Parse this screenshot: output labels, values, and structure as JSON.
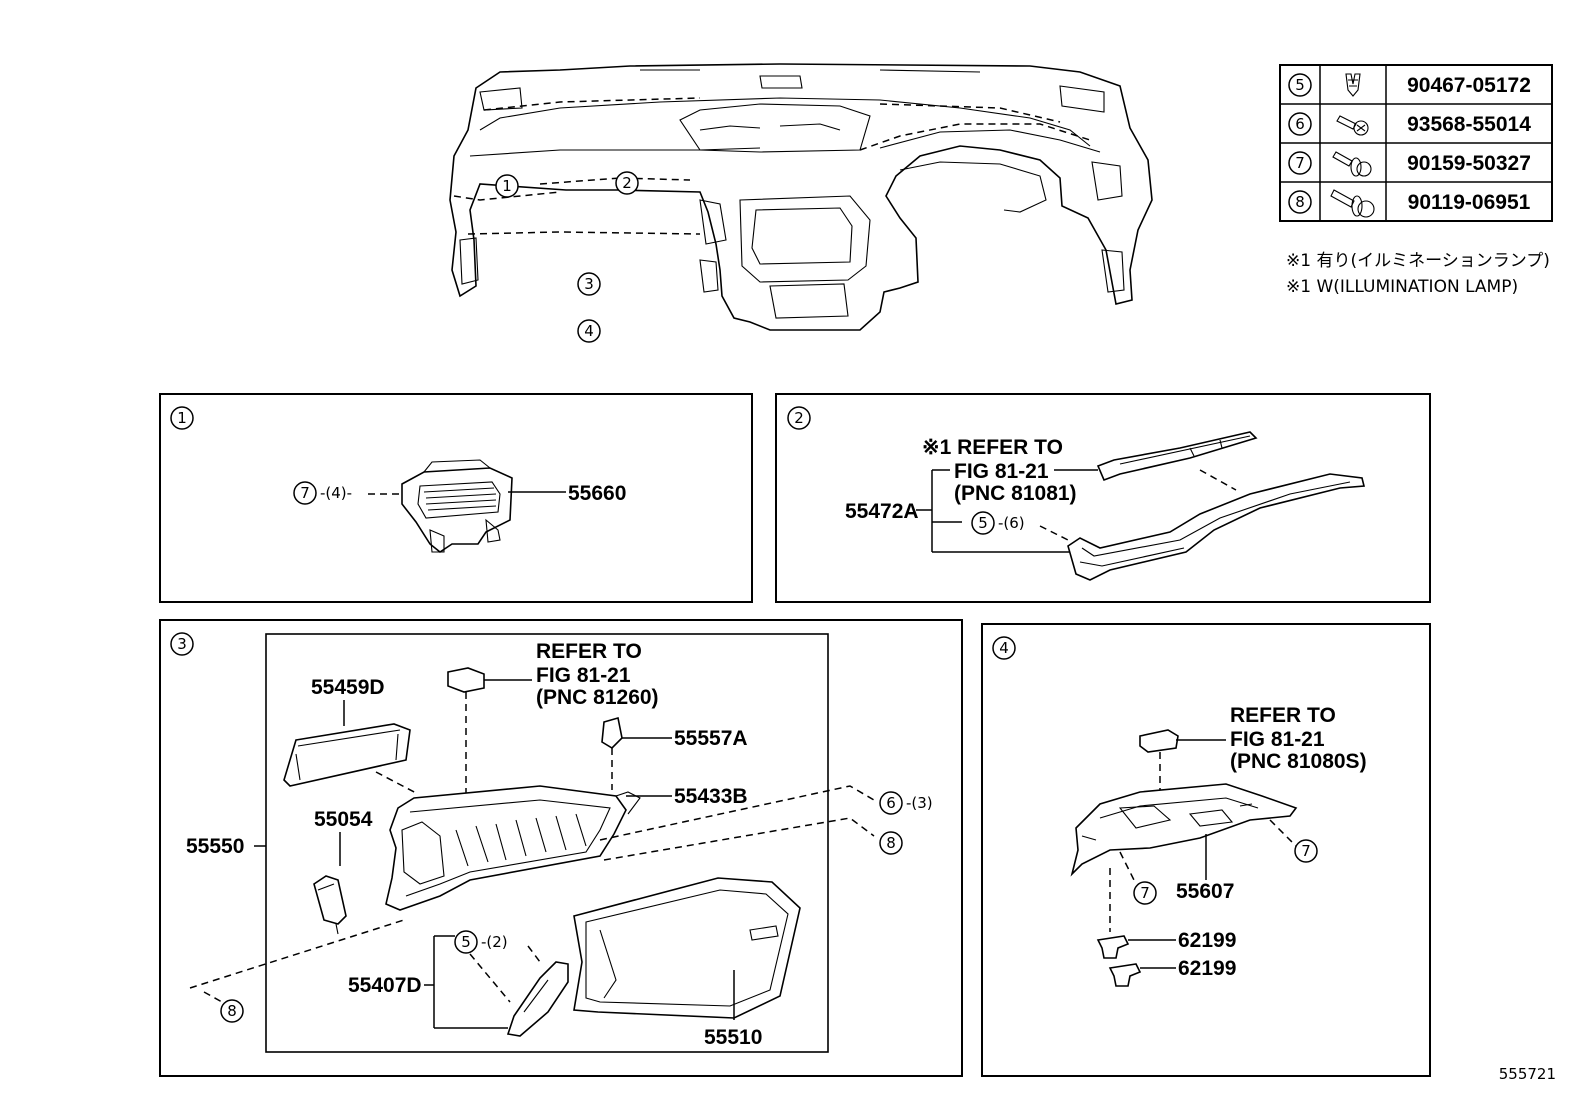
{
  "legend": {
    "rows": [
      {
        "ref": "5",
        "part": "90467-05172",
        "icon": "clip-icon"
      },
      {
        "ref": "6",
        "part": "93568-55014",
        "icon": "screw-icon"
      },
      {
        "ref": "7",
        "part": "90159-50327",
        "icon": "screw-washer-icon"
      },
      {
        "ref": "8",
        "part": "90119-06951",
        "icon": "bolt-icon"
      }
    ]
  },
  "notes": {
    "jp": "※1 有り(イルミネーションランプ)",
    "en": "※1 W(ILLUMINATION LAMP)"
  },
  "overview": {
    "callouts": [
      "1",
      "2",
      "3",
      "4"
    ]
  },
  "panel1": {
    "id": "1",
    "part": "55660",
    "fastener": "7",
    "qty": "-(4)-"
  },
  "panel2": {
    "id": "2",
    "refer_l1": "※1 REFER TO",
    "refer_l2": "FIG 81-21",
    "refer_l3": "(PNC 81081)",
    "part": "55472A",
    "fastener": "5",
    "qty": "-(6)"
  },
  "panel3": {
    "id": "3",
    "refer_l1": "REFER TO",
    "refer_l2": "FIG 81-21",
    "refer_l3": "(PNC 81260)",
    "parts": {
      "p55459d": "55459D",
      "p55557a": "55557A",
      "p55433b": "55433B",
      "p55054": "55054",
      "p55550": "55550",
      "p55407d": "55407D",
      "p55510": "55510"
    },
    "f6": "6",
    "f6qty": "-(3)",
    "f8a": "8",
    "f8b": "8",
    "f5": "5",
    "f5qty": "-(2)"
  },
  "panel4": {
    "id": "4",
    "refer_l1": "REFER TO",
    "refer_l2": "FIG 81-21",
    "refer_l3": "(PNC 81080S)",
    "part": "55607",
    "clip_a": "62199",
    "clip_b": "62199",
    "f7a": "7",
    "f7b": "7"
  },
  "figure_code": "555721"
}
